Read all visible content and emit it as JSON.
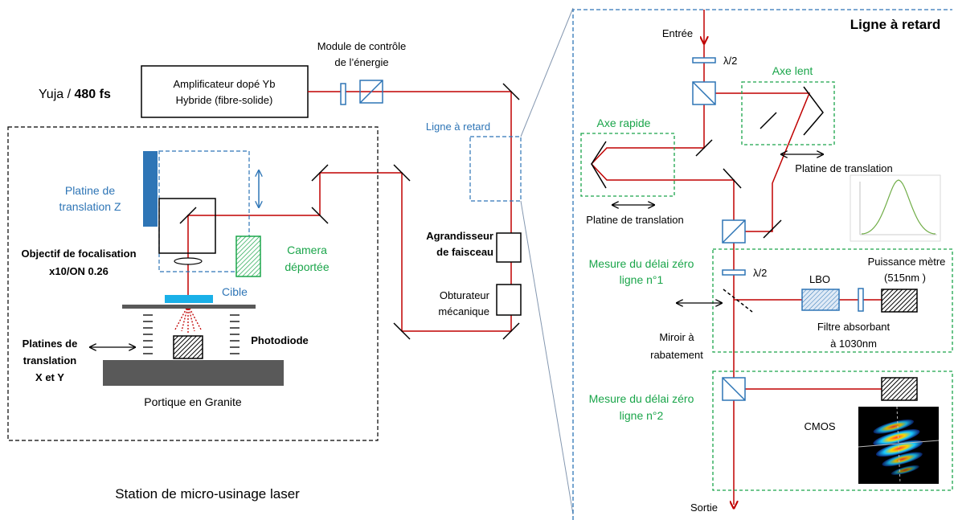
{
  "source": {
    "name": "Yuja",
    "sep": " / ",
    "pulse": "480 fs"
  },
  "amplifier": {
    "line1": "Amplificateur dopé Yb",
    "line2": "Hybride (fibre-solide)"
  },
  "energy_module": {
    "line1": "Module de contrôle",
    "line2": "de l’énergie"
  },
  "delay_small_label": "Ligne à retard",
  "expander": {
    "line1": "Agrandisseur",
    "line2": "de faisceau"
  },
  "shutter": {
    "line1": "Obturateur",
    "line2": "mécanique"
  },
  "station": {
    "title": "Station de micro-usinage laser",
    "z_stage": {
      "line1": "Platine de",
      "line2": "translation Z"
    },
    "objective": {
      "line1": "Objectif de focalisation",
      "line2": "x10/ON 0.26"
    },
    "camera": {
      "line1": "Camera",
      "line2": "déportée"
    },
    "target": "Cible",
    "photodiode": "Photodiode",
    "xy_stages": {
      "line1": "Platines de",
      "line2": "translation",
      "line3": "X et Y"
    },
    "granite": "Portique en Granite"
  },
  "delay_line": {
    "title": "Ligne à retard",
    "input": "Entrée",
    "output": "Sortie",
    "half_wave_1": "λ/2",
    "half_wave_2": "λ/2",
    "slow_axis": "Axe lent",
    "fast_axis": "Axe rapide",
    "stage_slow": "Platine de translation",
    "stage_fast": "Platine de translation",
    "zero_delay_1": {
      "line1": "Mesure du délai zéro",
      "line2": "ligne n°1"
    },
    "zero_delay_2": {
      "line1": "Mesure du délai zéro",
      "line2": "ligne n°2"
    },
    "lbo": "LBO",
    "power_meter": {
      "line1": "Puissance mètre",
      "line2": "(515nm )"
    },
    "flip_mirror": {
      "line1": "Miroir à",
      "line2": "rabatement"
    },
    "filter": {
      "line1": "Filtre absorbant",
      "line2": "à 1030nm"
    },
    "cmos": "CMOS"
  },
  "colors": {
    "beam": "#c00000",
    "blue": "#2e75b6",
    "green": "#1aa54a",
    "granite": "#595959",
    "target": "#1ab0e8"
  }
}
